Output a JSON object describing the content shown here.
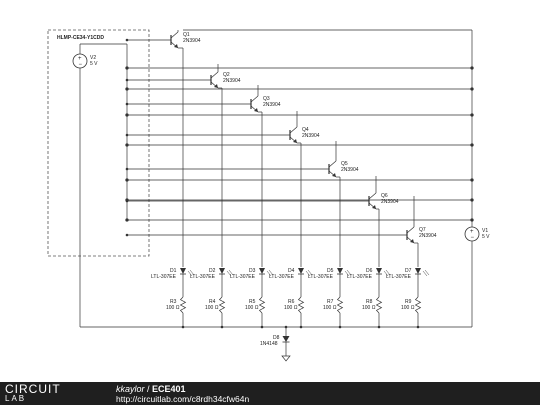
{
  "diagram": {
    "module_label": "HLMP-CE34-Y1CDD",
    "sources": [
      {
        "ref": "V2",
        "value": "5 V"
      },
      {
        "ref": "V1",
        "value": "5 V"
      }
    ],
    "transistors": [
      {
        "ref": "Q1",
        "model": "2N3904"
      },
      {
        "ref": "Q2",
        "model": "2N3904"
      },
      {
        "ref": "Q3",
        "model": "2N3904"
      },
      {
        "ref": "Q4",
        "model": "2N3904"
      },
      {
        "ref": "Q5",
        "model": "2N3904"
      },
      {
        "ref": "Q6",
        "model": "2N3904"
      },
      {
        "ref": "Q7",
        "model": "2N3904"
      }
    ],
    "leds": [
      {
        "ref": "D1",
        "model": "LTL-307EE"
      },
      {
        "ref": "D2",
        "model": "LTL-307EE"
      },
      {
        "ref": "D3",
        "model": "LTL-307EE"
      },
      {
        "ref": "D4",
        "model": "LTL-307EE"
      },
      {
        "ref": "D5",
        "model": "LTL-307EE"
      },
      {
        "ref": "D6",
        "model": "LTL-307EE"
      },
      {
        "ref": "D7",
        "model": "LTL-307EE"
      }
    ],
    "resistors": [
      {
        "ref": "R3",
        "value": "100 Ω"
      },
      {
        "ref": "R4",
        "value": "100 Ω"
      },
      {
        "ref": "R5",
        "value": "100 Ω"
      },
      {
        "ref": "R6",
        "value": "100 Ω"
      },
      {
        "ref": "R7",
        "value": "100 Ω"
      },
      {
        "ref": "R8",
        "value": "100 Ω"
      },
      {
        "ref": "R9",
        "value": "100 Ω"
      }
    ],
    "diode": {
      "ref": "D8",
      "model": "1N4148"
    }
  },
  "footer": {
    "logo_top": "CIRCUIT",
    "logo_bottom": "LAB",
    "user": "kkaylor",
    "separator": " / ",
    "title": "ECE401",
    "url": "http://circuitlab.com/c8rdh34cfw64n"
  },
  "colors": {
    "wire": "#333333",
    "led_arrow": "#444444",
    "footer_bg": "#1f1f1f"
  }
}
